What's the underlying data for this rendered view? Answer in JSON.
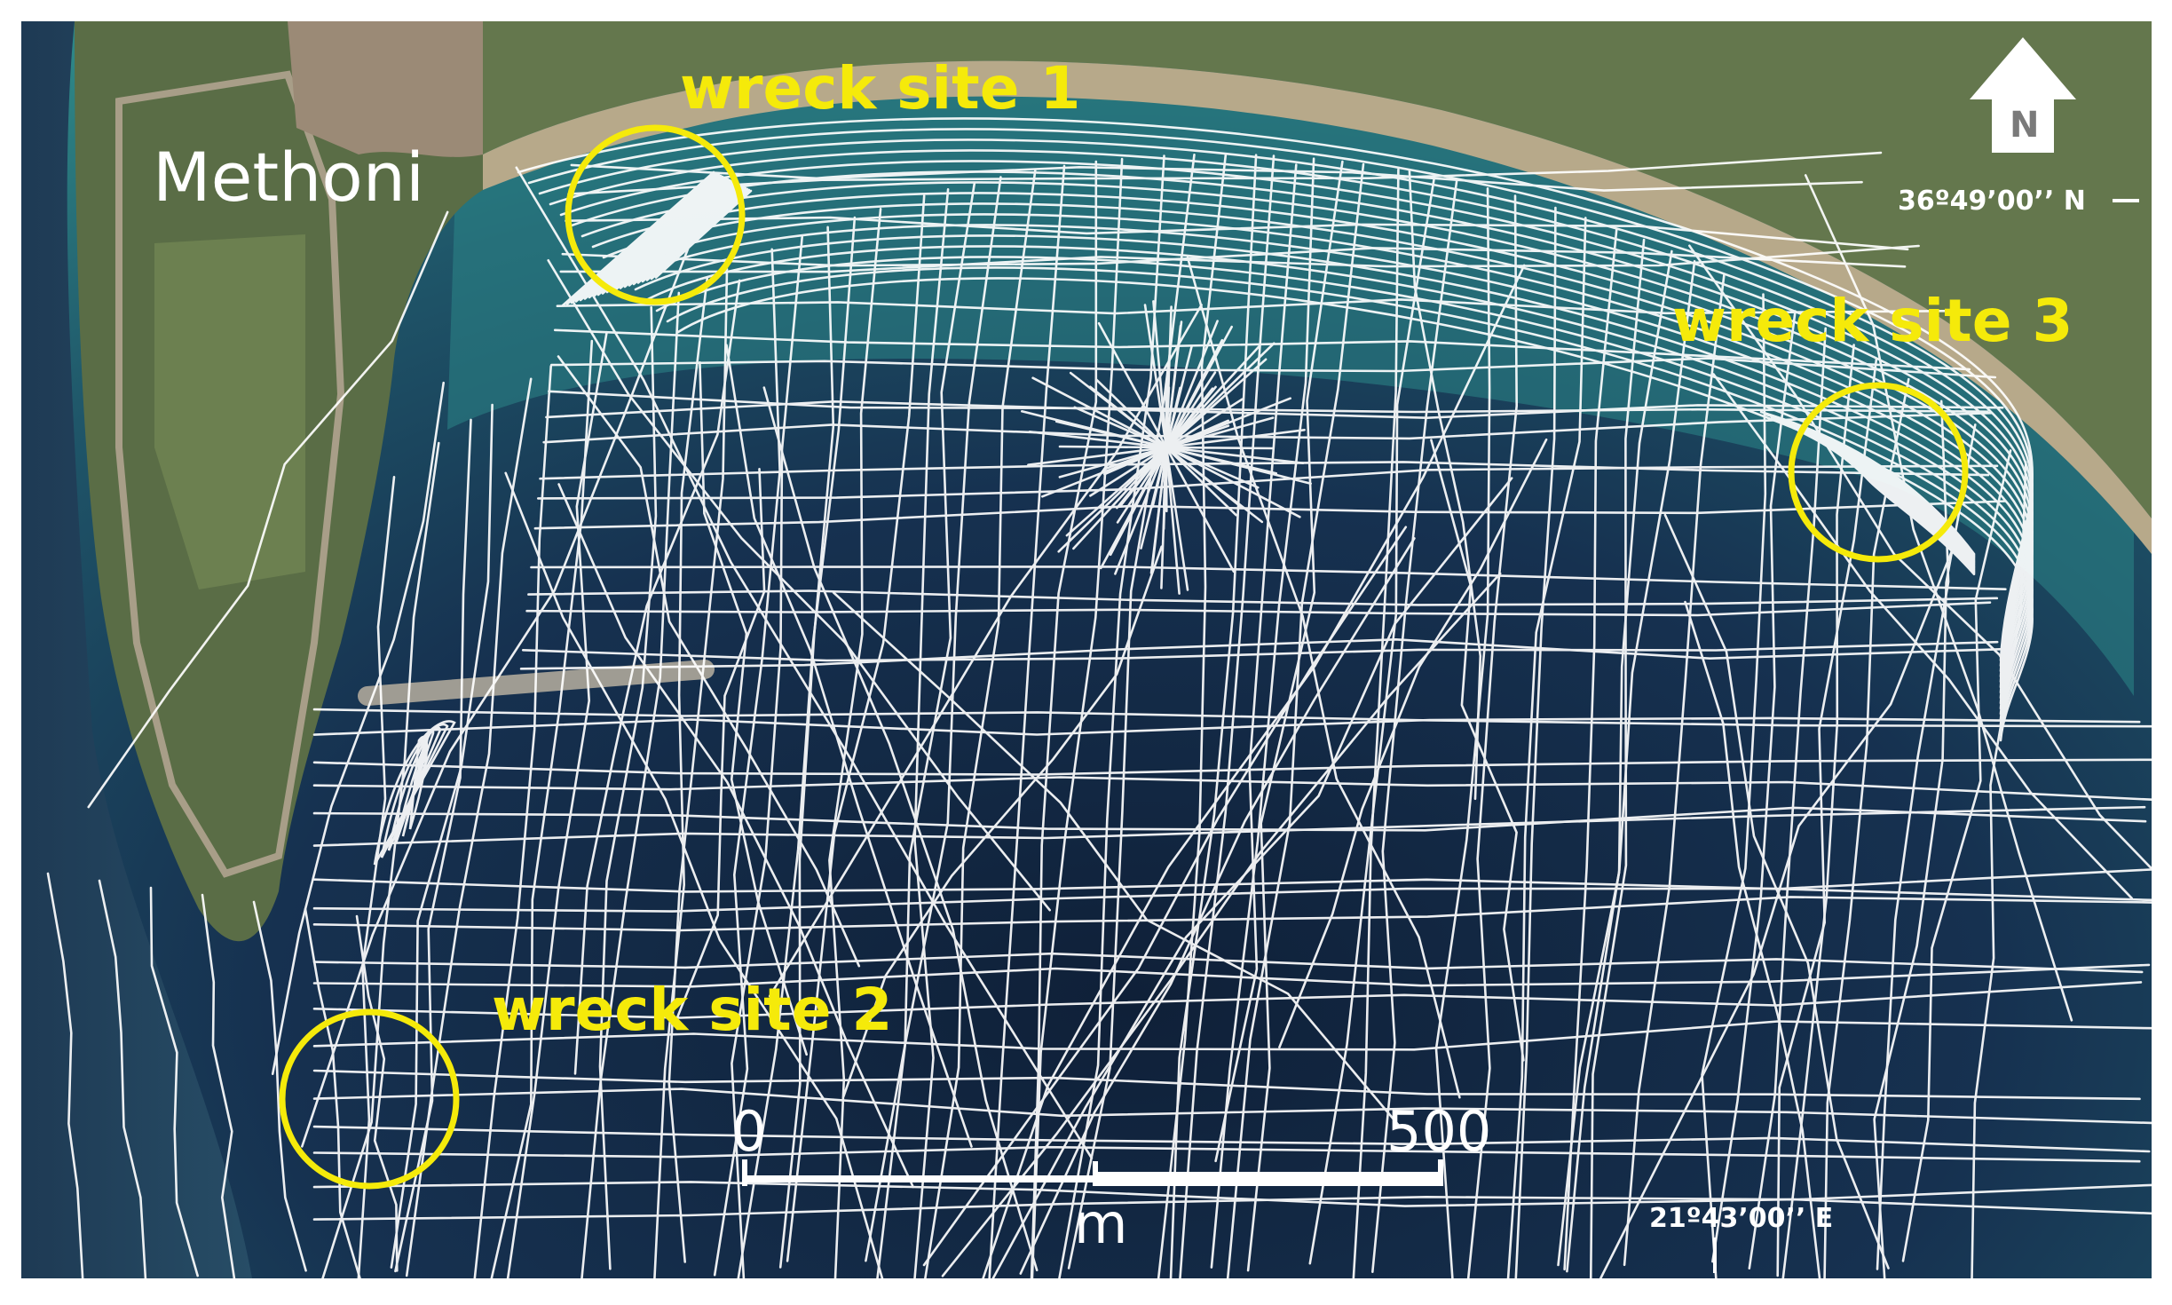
{
  "map": {
    "place_name": "Methoni",
    "wreck_sites": [
      {
        "label": "wreck site 1"
      },
      {
        "label": "wreck site 2"
      },
      {
        "label": "wreck site 3"
      }
    ],
    "scale_bar": {
      "start_label": "0",
      "end_label": "500",
      "unit_label": "m"
    },
    "latitude_label": "36º49’00’’ N",
    "longitude_label": "21º43’00’’ E",
    "north_arrow_label": "N",
    "colors": {
      "highlight": "#f5ea0a",
      "tracks": "#ffffff",
      "sea_deep": "#142a44",
      "sea_shallow": "#2d7f86",
      "land": "#5d7148"
    }
  }
}
